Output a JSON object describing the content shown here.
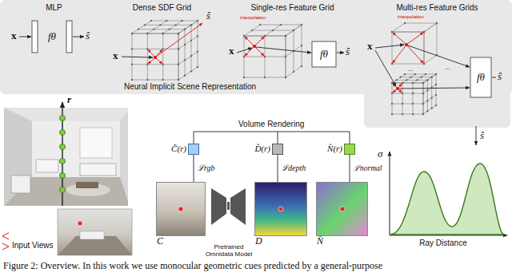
{
  "diagram": {
    "caption": "Figure 2: Overview. In this work we use monocular geometric cues predicted by a general-purpose",
    "nodes": [
      {
        "text": [
          "Neural Implicit Scene Representation"
        ]
      },
      {
        "text": [
          "MLP"
        ],
        "in": 0
      },
      {
        "text": [
          "fθ"
        ],
        "in": 1
      },
      {
        "text": [
          "Dense SDF Grid"
        ],
        "in": 0
      },
      {
        "text": [
          "Single-res Feature Grid"
        ],
        "in": 0
      },
      {
        "text": [
          "fθ"
        ],
        "in": 4
      },
      {
        "text": [
          "Multi-res Feature Grids"
        ],
        "in": 0
      },
      {
        "text": [
          "fθ"
        ],
        "in": 6
      },
      {
        "text": [
          "Ĉ(r)"
        ]
      },
      {
        "text": [
          "D̂(r)"
        ]
      },
      {
        "text": [
          "N̂(r)"
        ]
      },
      {
        "text": [
          "C"
        ]
      },
      {
        "text": [
          "Pretrained Omnidata Model"
        ]
      },
      {
        "text": [
          "D"
        ]
      },
      {
        "text": [
          "N̄"
        ]
      },
      {
        "text": [
          "σ",
          "Ray Distance"
        ]
      }
    ],
    "edges": [
      {
        "from": 8,
        "to": 11,
        "label": "ℒrgb",
        "arrow": "none"
      },
      {
        "from": 9,
        "to": 13,
        "label": "ℒdepth",
        "arrow": "none"
      },
      {
        "from": 10,
        "to": 14,
        "label": "ℒnormal",
        "arrow": "none"
      },
      {
        "from": 6,
        "to": 15,
        "label": "ŝ",
        "arrow": "to"
      }
    ],
    "labels": [
      "x",
      "ŝ",
      "x",
      "ŝ",
      "x",
      "interpolation",
      "ŝ",
      "x",
      "interpolation",
      "...",
      "...",
      "ŝ",
      "r",
      "Input Views",
      "Volume Rendering"
    ]
  }
}
